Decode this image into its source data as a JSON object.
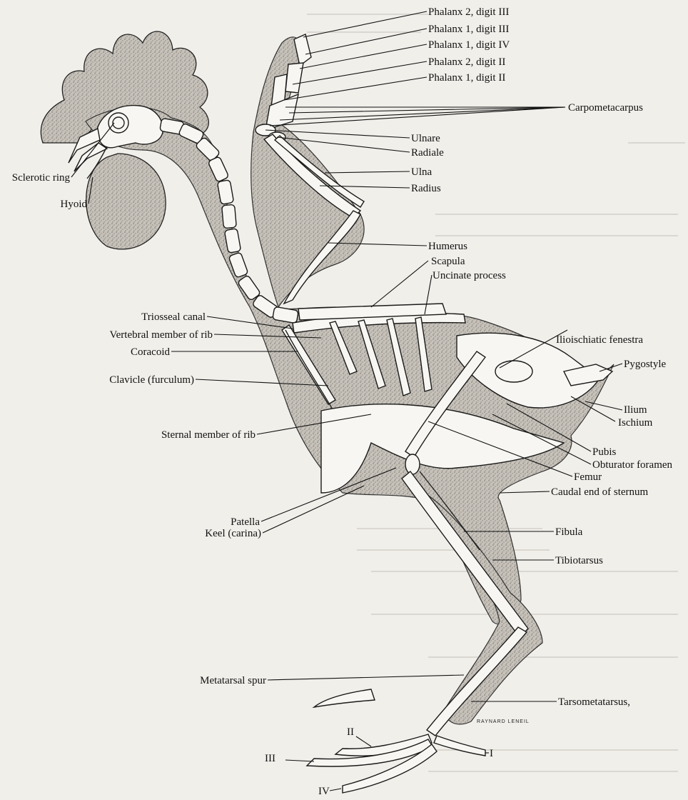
{
  "labels": {
    "phalanx2_digit3": "Phalanx 2, digit III",
    "phalanx1_digit3": "Phalanx 1, digit III",
    "phalanx1_digit4": "Phalanx 1, digit IV",
    "phalanx2_digit2": "Phalanx 2, digit II",
    "phalanx1_digit2": "Phalanx 1, digit II",
    "carpometacarpus": "Carpometacarpus",
    "ulnare": "Ulnare",
    "radiale": "Radiale",
    "ulna": "Ulna",
    "radius": "Radius",
    "humerus": "Humerus",
    "scapula": "Scapula",
    "uncinate_process": "Uncinate process",
    "ilioischiatic_fenestra": "Ilioischiatic fenestra",
    "pygostyle": "Pygostyle",
    "ilium": "Ilium",
    "ischium": "Ischium",
    "pubis": "Pubis",
    "obturator_foramen": "Obturator foramen",
    "femur": "Femur",
    "caudal_end_of_sternum": "Caudal end of sternum",
    "fibula": "Fibula",
    "tibiotarsus": "Tibiotarsus",
    "tarsometatarsus": "Tarsometatarsus,",
    "sclerotic_ring": "Sclerotic ring",
    "hyoid": "Hyoid",
    "triosseal_canal": "Triosseal canal",
    "vertebral_member_of_rib": "Vertebral member of rib",
    "coracoid": "Coracoid",
    "clavicle": "Clavicle (furculum)",
    "sternal_member_of_rib": "Sternal member of rib",
    "patella": "Patella",
    "keel": "Keel (carina)",
    "metatarsal_spur": "Metatarsal spur",
    "digit_ii": "II",
    "digit_iii": "III",
    "digit_iv": "IV",
    "digit_i": "I"
  },
  "signature": "RAYNARD LENEIL",
  "colors": {
    "ink": "#111111",
    "paper": "#f1efea",
    "bone": "#f7f6f2",
    "shade": "#9e9a92"
  }
}
